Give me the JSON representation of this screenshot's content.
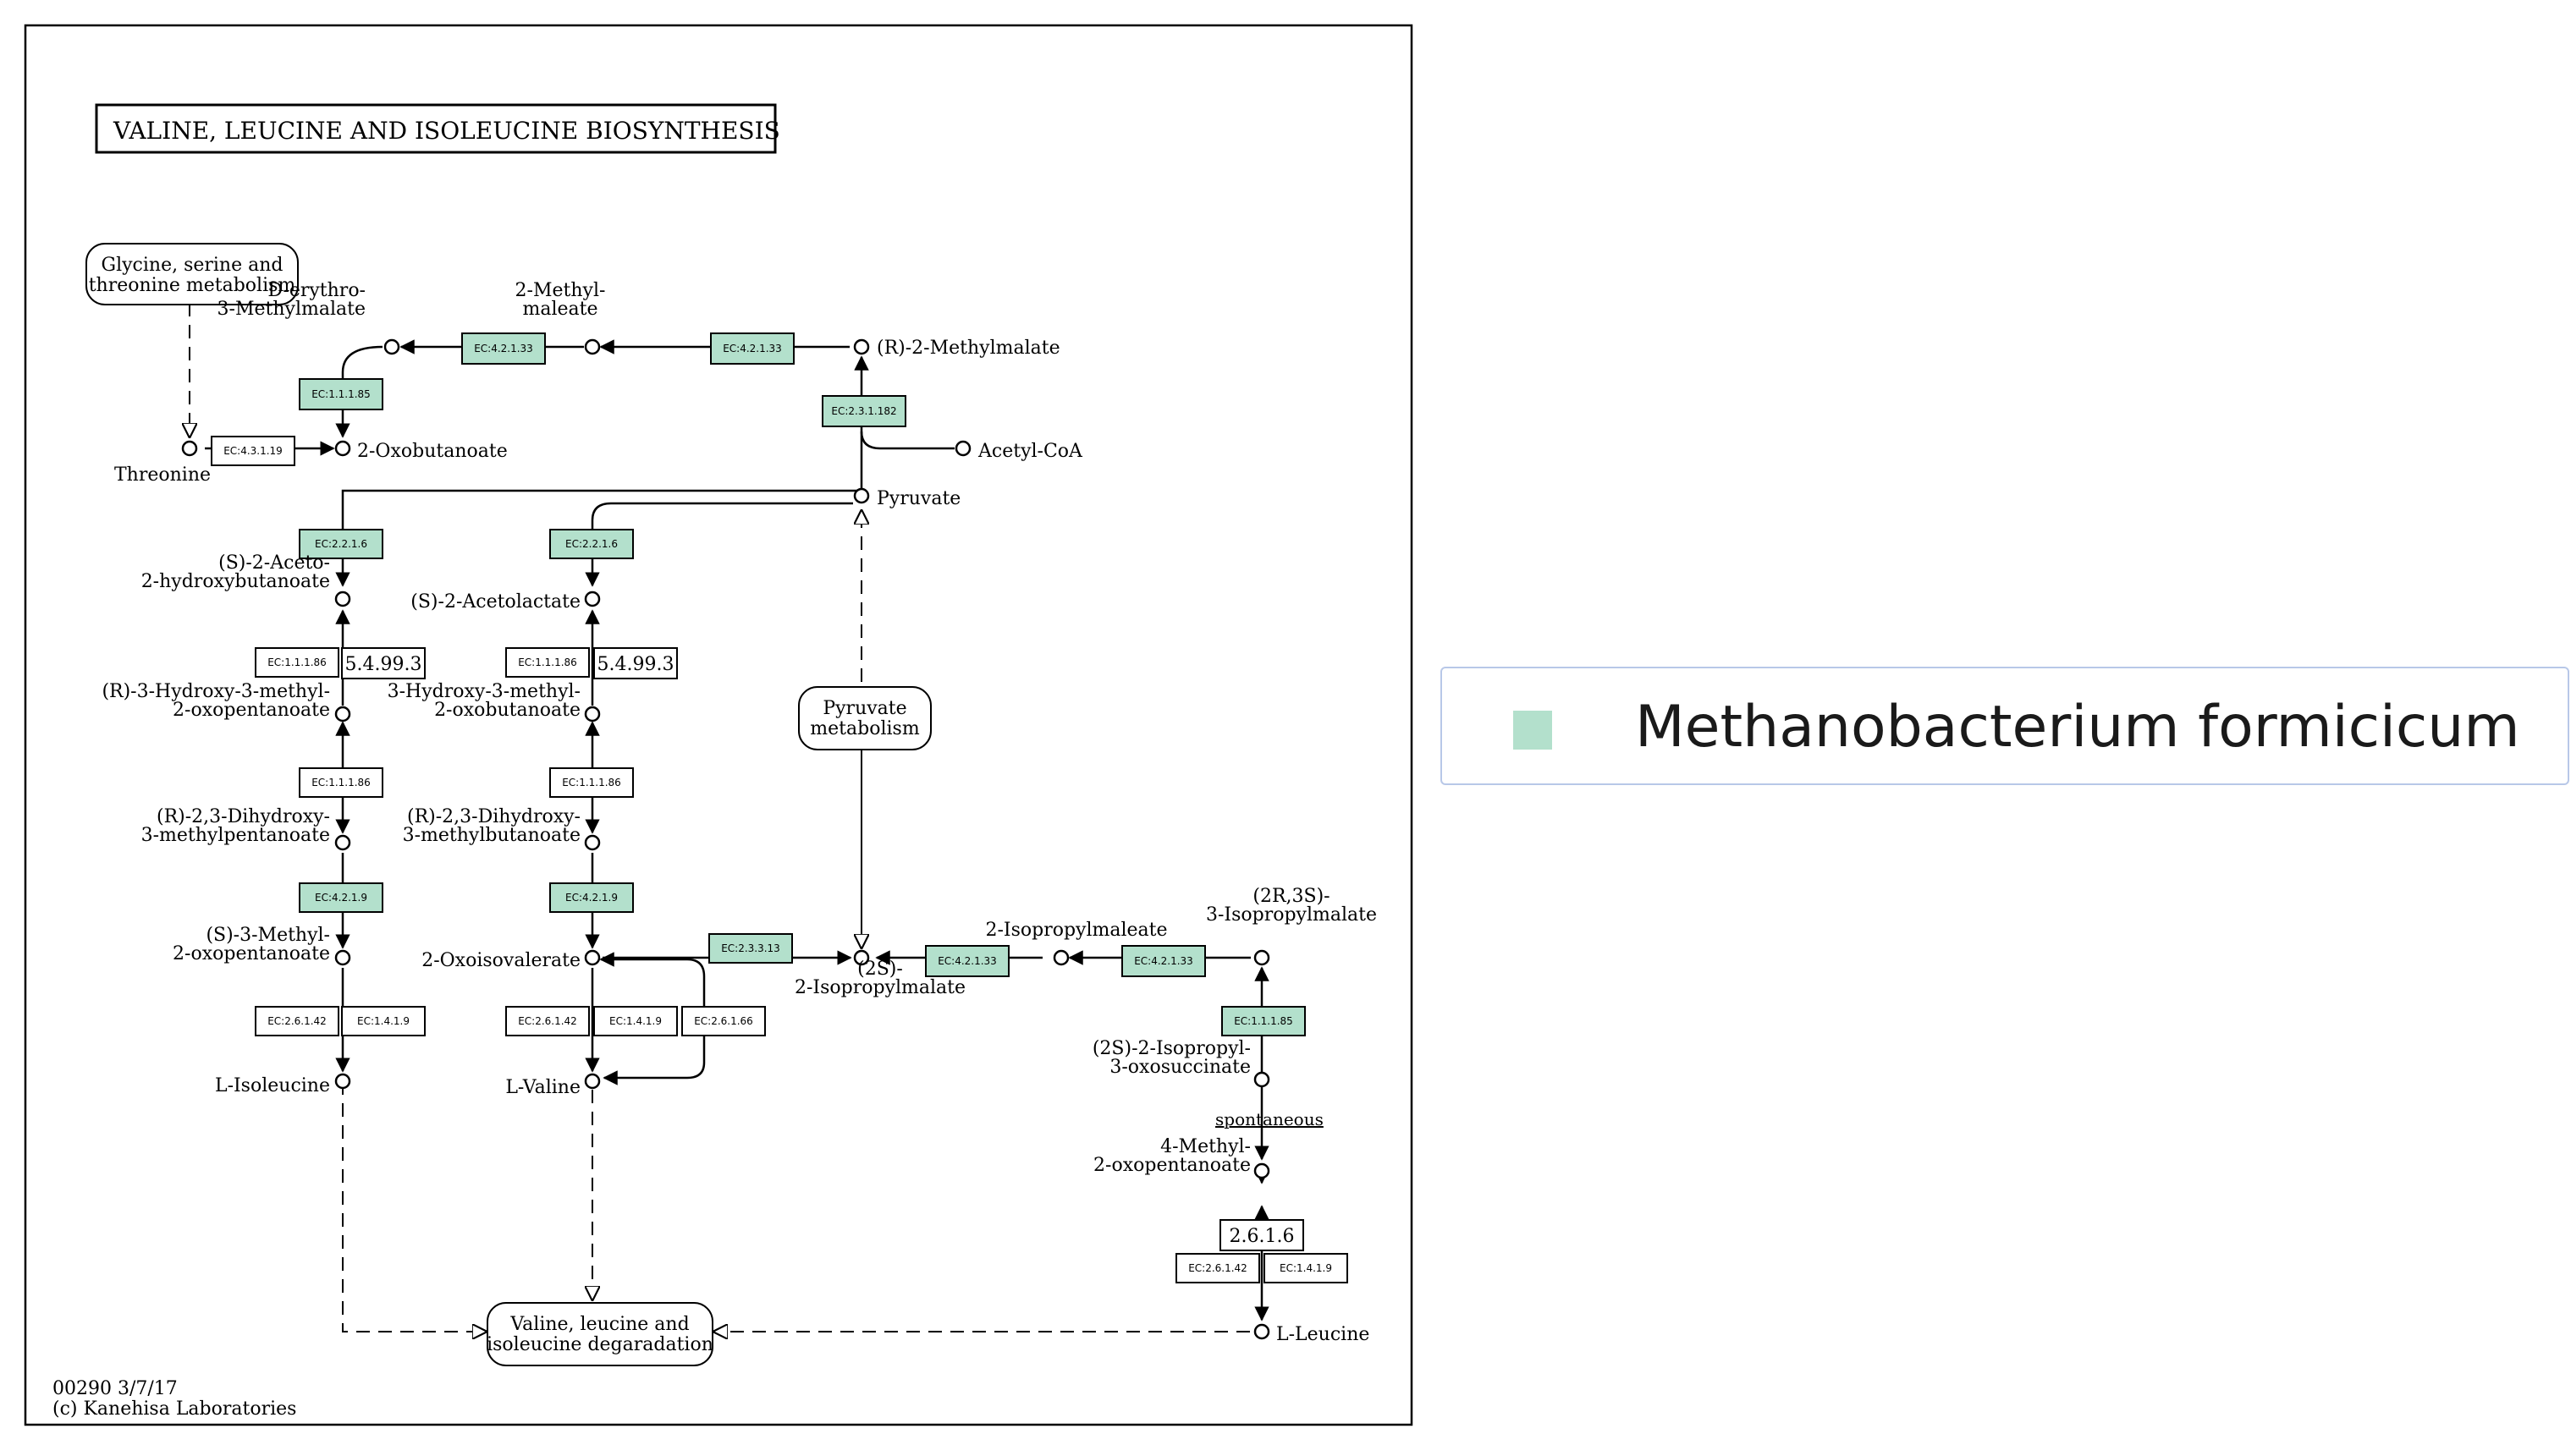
{
  "map": {
    "title": "VALINE, LEUCINE AND ISOLEUCINE BIOSYNTHESIS",
    "footer_id": "00290 3/7/17",
    "footer_copyright": "(c) Kanehisa Laboratories",
    "highlight_color": "#b3e0cc"
  },
  "legend": {
    "label": "Methanobacterium formicicum",
    "swatch_color": "#b3e0cc"
  },
  "compounds": [
    "D-erythro-\n3-Methylmalate",
    "2-Methyl-\nmaleate",
    "(R)-2-Methylmalate",
    "Acetyl-CoA",
    "Pyruvate",
    "Threonine",
    "2-Oxobutanoate",
    "(S)-2-Aceto-\n2-hydroxybutanoate",
    "(S)-2-Acetolactate",
    "(R)-3-Hydroxy-3-methyl-\n2-oxopentanoate",
    "3-Hydroxy-3-methyl-\n2-oxobutanoate",
    "(R)-2,3-Dihydroxy-\n3-methylpentanoate",
    "(R)-2,3-Dihydroxy-\n3-methylbutanoate",
    "(S)-3-Methyl-\n2-oxopentanoate",
    "2-Oxoisovalerate",
    "L-Isoleucine",
    "L-Valine",
    "2-Isopropylmaleate",
    "(2R,3S)-\n3-Isopropylmalate",
    "(2S)-\n2-Isopropylmalate",
    "(2S)-2-Isopropyl-\n3-oxosuccinate",
    "4-Methyl-\n2-oxopentanoate",
    "L-Leucine"
  ],
  "pathways": [
    "Glycine, serine and\nthreonine metabolism",
    "Pyruvate\nmetabolism",
    "Valine, leucine and\nisoleucine degaradation"
  ],
  "enzymes": [
    "EC:4.2.1.33",
    "EC:4.2.1.33",
    "EC:1.1.1.85",
    "EC:2.3.1.182",
    "EC:4.3.1.19",
    "EC:2.2.1.6",
    "EC:2.2.1.6",
    "EC:1.1.1.86",
    "5.4.99.3",
    "EC:1.1.1.86",
    "5.4.99.3",
    "EC:1.1.1.86",
    "EC:1.1.1.86",
    "EC:4.2.1.9",
    "EC:4.2.1.9",
    "EC:2.6.1.42",
    "EC:1.4.1.9",
    "EC:2.6.1.42",
    "EC:1.4.1.9",
    "EC:2.6.1.66",
    "EC:2.3.3.13",
    "EC:4.2.1.33",
    "EC:4.2.1.33",
    "EC:1.1.1.85",
    "2.6.1.6",
    "EC:2.6.1.42",
    "EC:1.4.1.9"
  ],
  "labels": {
    "spontaneous": "spontaneous"
  }
}
